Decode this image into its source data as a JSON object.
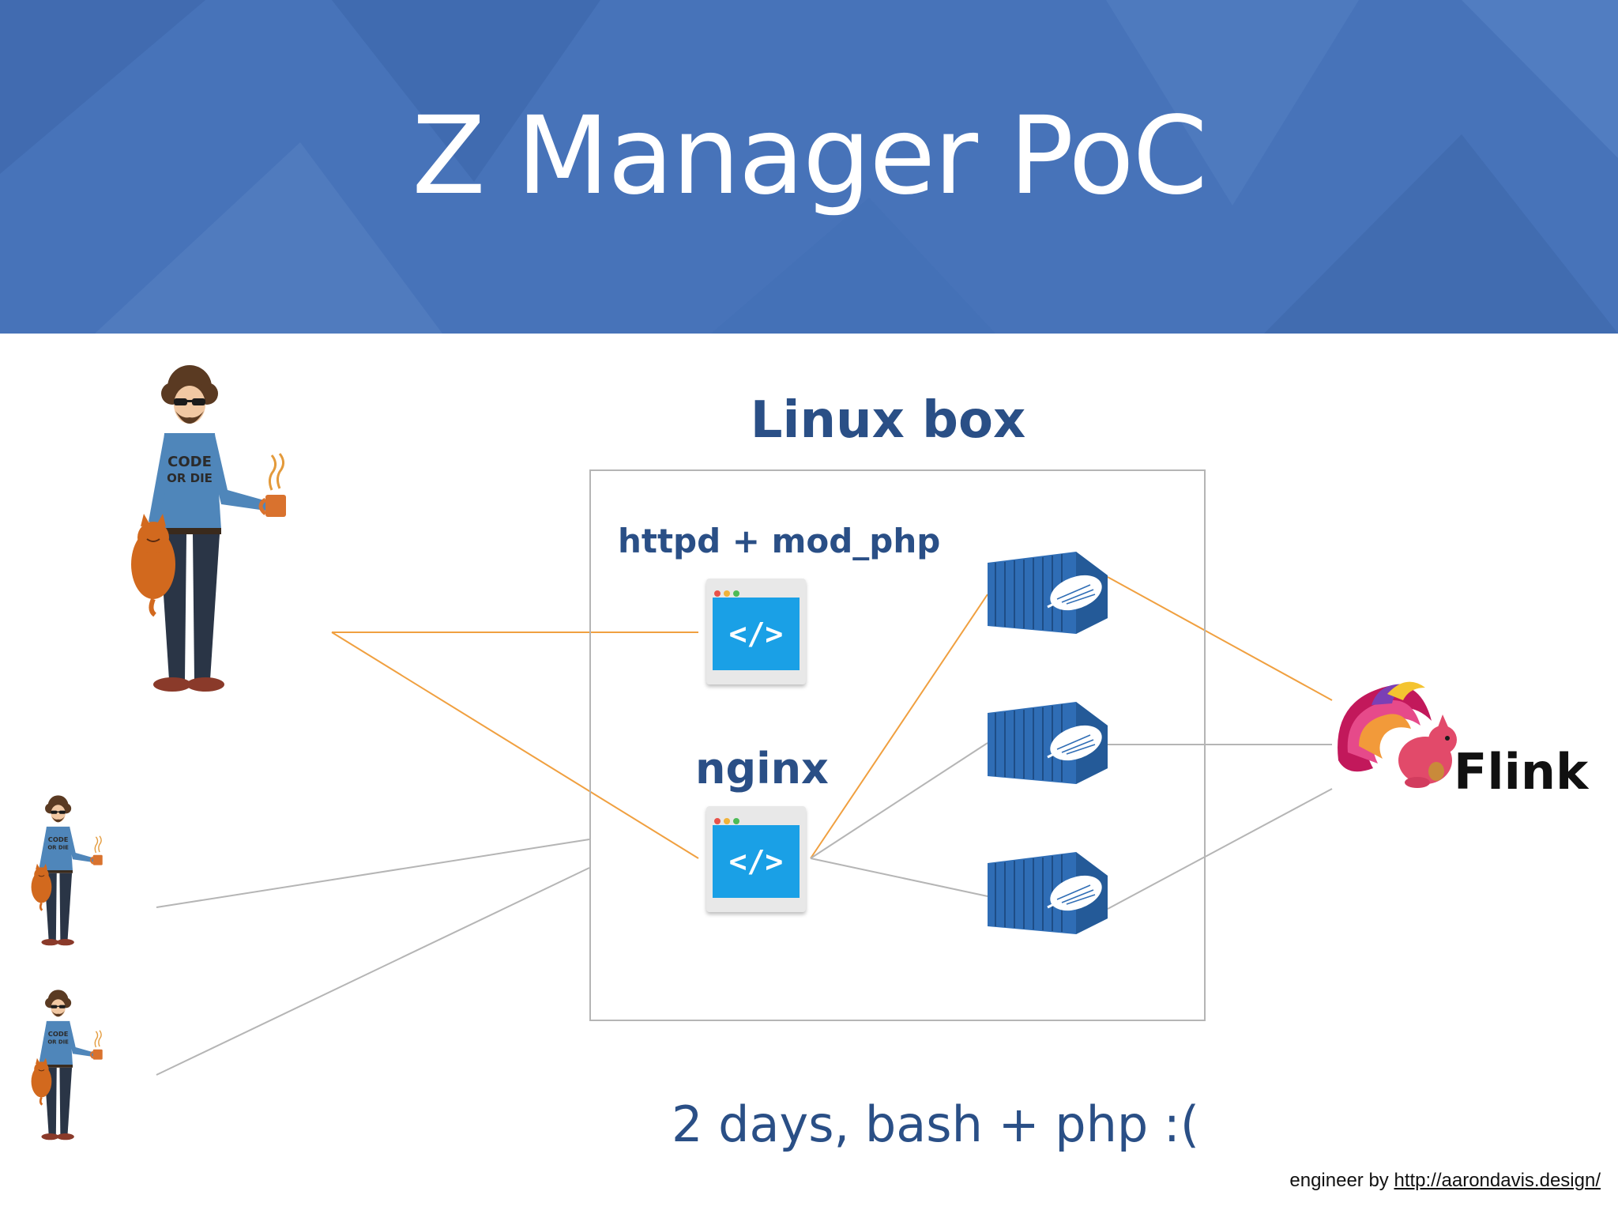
{
  "slide": {
    "title": "Z Manager PoC",
    "header_color": "#4773b9"
  },
  "diagram": {
    "box_label": "Linux box",
    "httpd_label": "httpd + mod_php",
    "nginx_label": "nginx",
    "code_glyph": "</>",
    "flink_label": "Flink",
    "footer_note": "2 days, bash + php :(",
    "credit_prefix": "engineer by",
    "credit_link": "http://aarondavis.design/",
    "colors": {
      "accent_text": "#2a4f86",
      "orange_link": "#f0a040",
      "gray_link": "#b5b5b5",
      "container_blue": "#2f6db5",
      "code_screen": "#1aa0e6"
    },
    "icons": [
      "engineer-illustration",
      "cat-icon",
      "coffee-mug-icon",
      "code-window-icon",
      "shipping-container-icon",
      "zeppelin-icon",
      "flink-squirrel-icon"
    ]
  }
}
